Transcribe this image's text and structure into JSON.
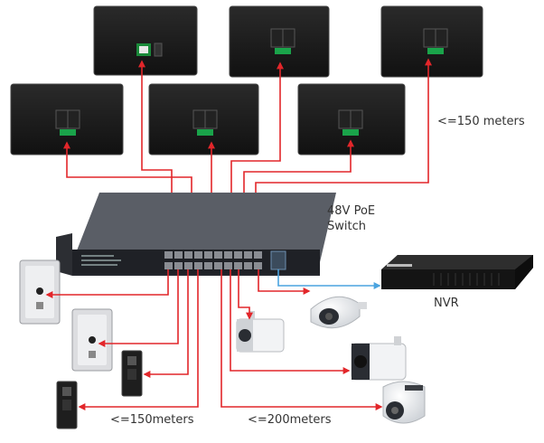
{
  "labels": {
    "switch_line1": "48V PoE",
    "switch_line2": "Switch",
    "nvr": "NVR",
    "monitor_distance": "<=150 meters",
    "outdoor_distance": "<=150meters",
    "camera_distance": "<=200meters"
  },
  "colors": {
    "cable_red": "#e2262a",
    "cable_blue": "#4aa3df",
    "device_dark": "#1c1c1c",
    "label_text": "#333333"
  },
  "devices": {
    "indoor_monitors": [
      "monitor-1",
      "monitor-2",
      "monitor-3",
      "monitor-4",
      "monitor-5",
      "monitor-6"
    ],
    "outdoor_stations": [
      "door-station-1",
      "door-station-2",
      "door-station-3",
      "door-station-4"
    ],
    "cameras": [
      "dome-camera",
      "bullet-camera-1",
      "bullet-camera-2",
      "turret-camera"
    ],
    "switch_icon": "poe-switch-icon",
    "nvr_icon": "nvr-icon"
  }
}
